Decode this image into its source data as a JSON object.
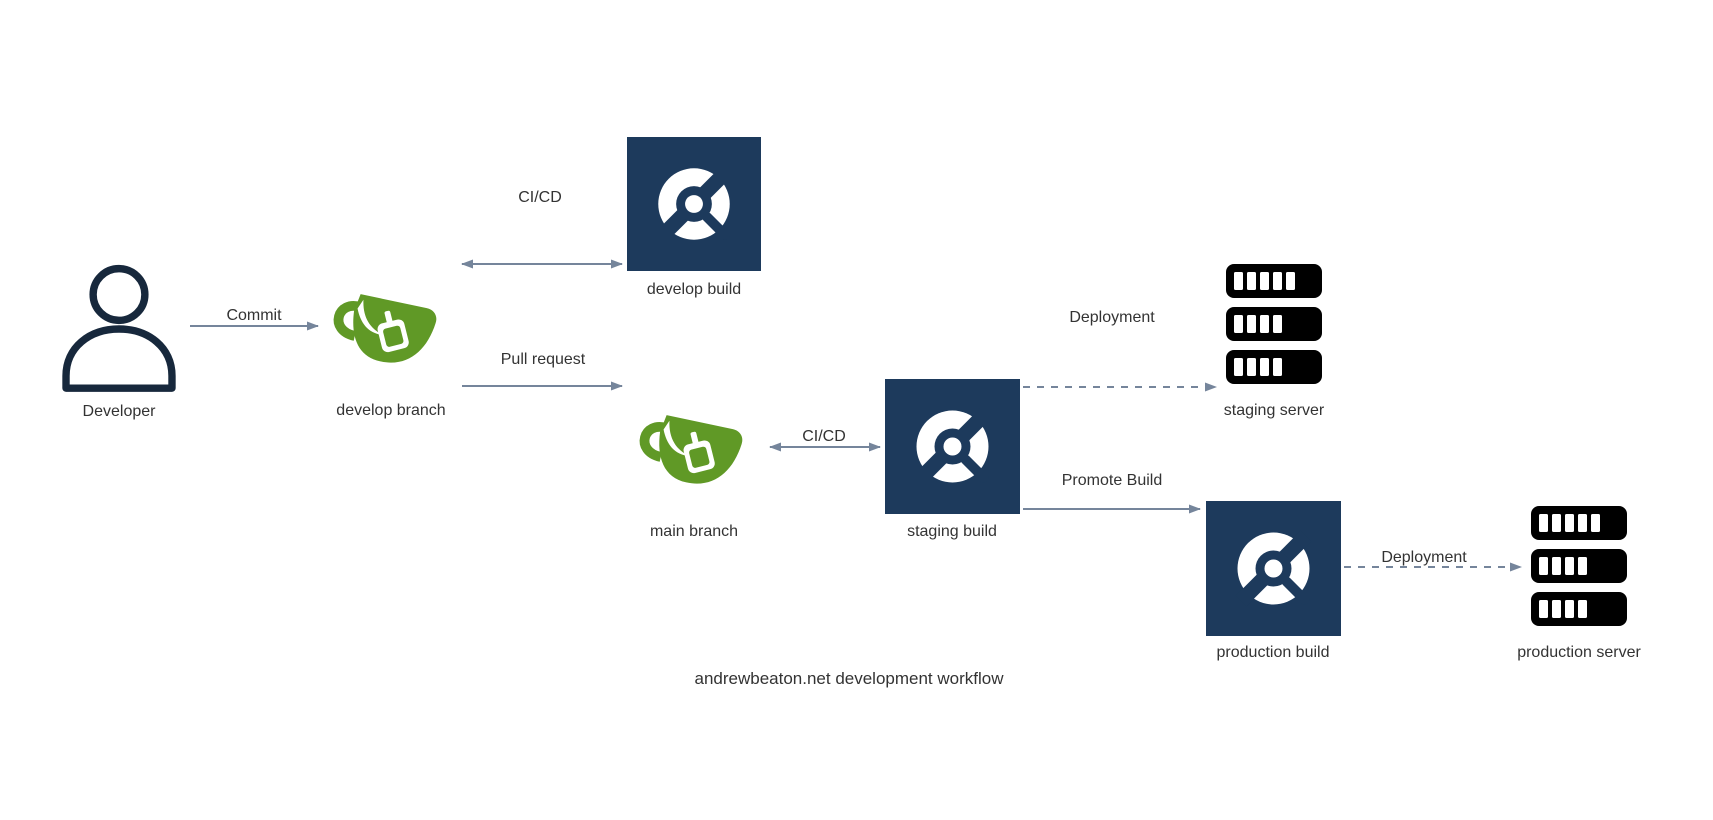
{
  "diagram": {
    "caption": "andrewbeaton.net development workflow",
    "nodes": {
      "developer": {
        "label": "Developer",
        "icon": "person-icon"
      },
      "develop_branch": {
        "label": "develop branch",
        "icon": "gitea-cup-icon"
      },
      "develop_build": {
        "label": "develop build",
        "icon": "ci-build-icon"
      },
      "main_branch": {
        "label": "main branch",
        "icon": "gitea-cup-icon"
      },
      "staging_build": {
        "label": "staging build",
        "icon": "ci-build-icon"
      },
      "staging_server": {
        "label": "staging server",
        "icon": "server-rack-icon"
      },
      "production_build": {
        "label": "production build",
        "icon": "ci-build-icon"
      },
      "production_server": {
        "label": "production server",
        "icon": "server-rack-icon"
      }
    },
    "edges": {
      "commit": {
        "label": "Commit",
        "from": "developer",
        "to": "develop_branch",
        "style": "solid",
        "direction": "one-way"
      },
      "develop_cicd": {
        "label": "CI/CD",
        "from": "develop_branch",
        "to": "develop_build",
        "style": "solid",
        "direction": "two-way"
      },
      "pull_request": {
        "label": "Pull request",
        "from": "develop_branch",
        "to": "main_branch",
        "style": "solid",
        "direction": "one-way"
      },
      "main_cicd": {
        "label": "CI/CD",
        "from": "main_branch",
        "to": "staging_build",
        "style": "solid",
        "direction": "two-way"
      },
      "staging_deployment": {
        "label": "Deployment",
        "from": "staging_build",
        "to": "staging_server",
        "style": "dashed",
        "direction": "one-way"
      },
      "promote_build": {
        "label": "Promote Build",
        "from": "staging_build",
        "to": "production_build",
        "style": "solid",
        "direction": "one-way"
      },
      "production_deployment": {
        "label": "Deployment",
        "from": "production_build",
        "to": "production_server",
        "style": "dashed",
        "direction": "one-way"
      }
    },
    "colors": {
      "gitea_green": "#609926",
      "build_navy": "#1d3a5c",
      "person_navy": "#17283c",
      "server_black": "#000000",
      "arrow_gray": "#75859b",
      "text": "#333333",
      "background": "#ffffff"
    }
  }
}
